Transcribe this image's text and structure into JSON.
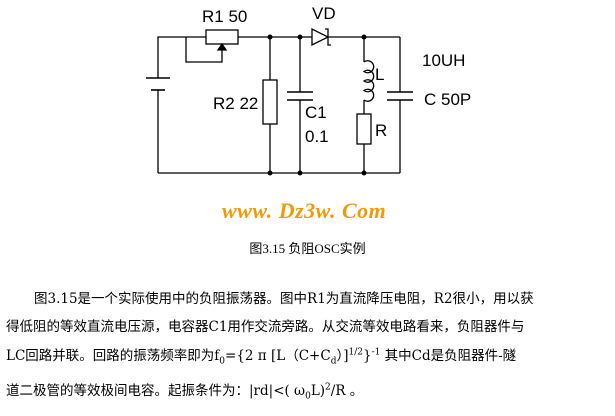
{
  "circuit": {
    "r1_label": "R1 50",
    "vd_label": "VD",
    "r2_label": "R2 22",
    "c1_name": "C1",
    "c1_value": "0.1",
    "l_label": "L",
    "r_label": "R",
    "l_value": "10UH",
    "c_label": "C 50P"
  },
  "watermark": "www. Dz3w. Com",
  "caption": "图3.15  负阻OSC实例",
  "paragraph": {
    "line1": "图3.15是一个实际使用中的负阻振荡器。图中R1为直流降压电阻，R2很小，用以获",
    "line2": "得低阻的等效直流电压源，电容器C1用作交流旁路。从交流等效电路看来，负阻器件与",
    "line3_a": "LC回路并联。回路的振荡频率即为f",
    "line3_sub0": "0",
    "line3_b": "={2 π [L（C+C",
    "line3_subd": "d",
    "line3_c": "）]",
    "line3_sup": "1/2",
    "line3_d": "}",
    "line3_sup2": "-1",
    "line3_e": " 其中Cd是负阻器件-隧",
    "line4_a": "道二极管的等效极间电容。起振条件为：|rd|<( ω",
    "line4_sub": "0",
    "line4_b": "L)",
    "line4_sup": "2",
    "line4_c": "/R  。"
  }
}
